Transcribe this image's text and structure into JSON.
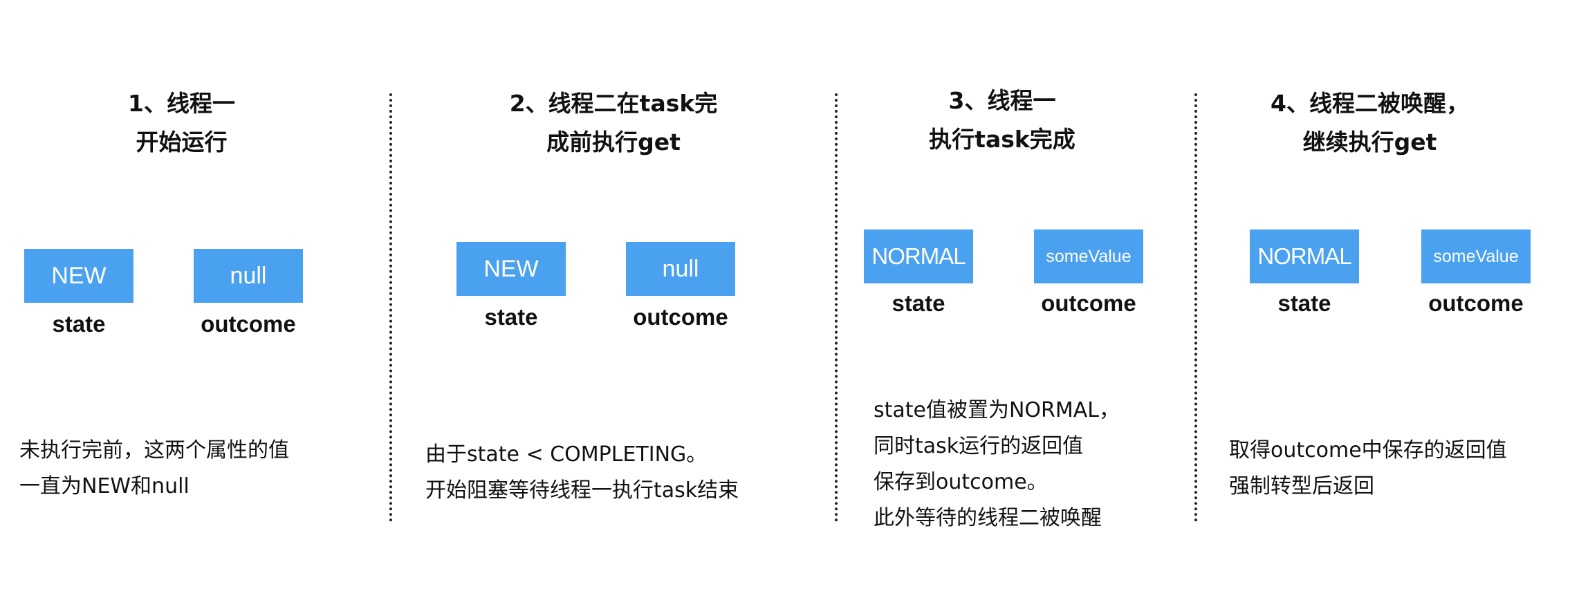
{
  "steps": [
    {
      "title": [
        "1、线程一",
        "开始运行"
      ],
      "state": {
        "value": "NEW",
        "label": "state"
      },
      "outcome": {
        "value": "null",
        "label": "outcome"
      },
      "description": [
        "未执行完前，这两个属性的值",
        "一直为NEW和null"
      ]
    },
    {
      "title": [
        "2、线程二在task完",
        "成前执行get"
      ],
      "state": {
        "value": "NEW",
        "label": "state"
      },
      "outcome": {
        "value": "null",
        "label": "outcome"
      },
      "description": [
        "由于state < COMPLETING。",
        "开始阻塞等待线程一执行task结束"
      ]
    },
    {
      "title": [
        "3、线程一",
        "执行task完成"
      ],
      "state": {
        "value": "NORMAL",
        "label": "state"
      },
      "outcome": {
        "value": "someValue",
        "label": "outcome"
      },
      "description": [
        "state值被置为NORMAL，",
        "同时task运行的返回值",
        "保存到outcome。",
        "此外等待的线程二被唤醒"
      ]
    },
    {
      "title": [
        "4、线程二被唤醒，",
        "继续执行get"
      ],
      "state": {
        "value": "NORMAL",
        "label": "state"
      },
      "outcome": {
        "value": "someValue",
        "label": "outcome"
      },
      "description": [
        "取得outcome中保存的返回值",
        "强制转型后返回"
      ]
    }
  ],
  "colors": {
    "box_fill": "#4aa1ef",
    "box_text": "#ffffff",
    "text": "#111111",
    "divider": "#222222"
  }
}
